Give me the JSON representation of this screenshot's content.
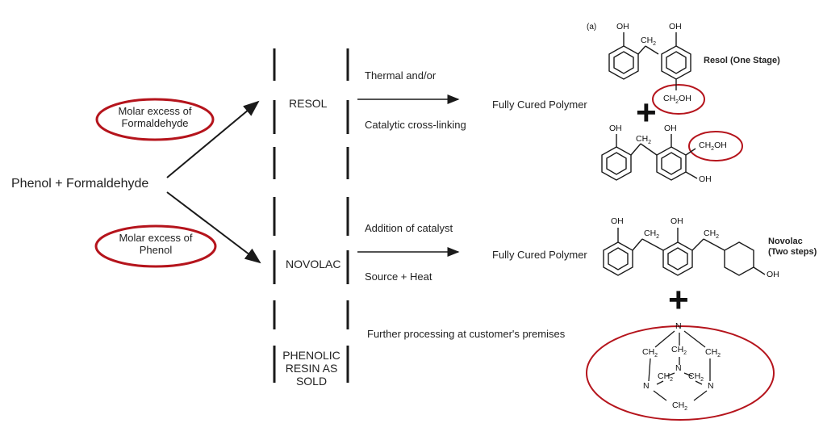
{
  "reactants": "Phenol + Formaldehyde",
  "conditions": {
    "formaldehyde_excess": [
      "Molar excess of",
      "Formaldehyde"
    ],
    "phenol_excess": [
      "Molar excess of",
      "Phenol"
    ]
  },
  "resins": {
    "resol": "RESOL",
    "novolac": "NOVOLAC",
    "sold": [
      "PHENOLIC",
      "RESIN AS",
      "SOLD"
    ]
  },
  "process": {
    "resol_top": "Thermal and/or",
    "resol_bottom": "Catalytic cross-linking",
    "novolac_top": "Addition of catalyst",
    "novolac_bottom": "Source + Heat",
    "further": "Further processing at customer's premises"
  },
  "products": {
    "resol_product": "Fully Cured Polymer",
    "novolac_product": "Fully Cured Polymer"
  },
  "structures": {
    "panel_label": "(a)",
    "resol_name": "Resol (One Stage)",
    "novolac_name": [
      "Novolac",
      "(Two steps)"
    ],
    "hydroxyl": "OH",
    "methylene": "CH",
    "sub2": "2",
    "hydroxymethyl_a": "CH",
    "hydroxymethyl_b": "OH",
    "plus": "+",
    "nitrogen": "N"
  },
  "colors": {
    "highlight_ellipse": "#b5141c",
    "line": "#1a1a1a"
  }
}
